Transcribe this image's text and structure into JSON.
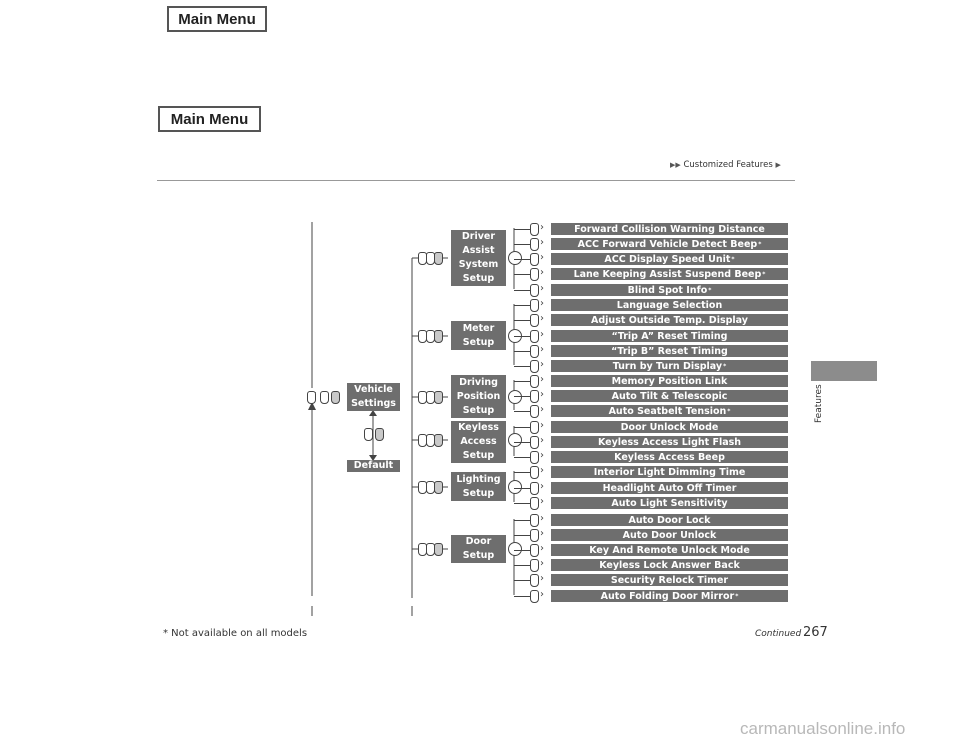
{
  "nav": {
    "main_menu_top": "Main Menu",
    "main_menu_bottom": "Main Menu"
  },
  "header": {
    "breadcrumb": "Customized Features"
  },
  "side_tab": {
    "label": "Features"
  },
  "root": {
    "vehicle_settings": "Vehicle\nSettings",
    "default": "Default"
  },
  "groups": [
    {
      "label": "Driver\nAssist\nSystem\nSetup"
    },
    {
      "label": "Meter\nSetup"
    },
    {
      "label": "Driving\nPosition\nSetup"
    },
    {
      "label": "Keyless\nAccess\nSetup"
    },
    {
      "label": "Lighting\nSetup"
    },
    {
      "label": "Door\nSetup"
    }
  ],
  "items": [
    {
      "label": "Forward Collision Warning Distance",
      "mark": ""
    },
    {
      "label": "ACC Forward Vehicle Detect Beep",
      "mark": "*"
    },
    {
      "label": "ACC Display Speed Unit",
      "mark": "*"
    },
    {
      "label": "Lane Keeping Assist Suspend Beep",
      "mark": "*"
    },
    {
      "label": "Blind Spot Info",
      "mark": "*"
    },
    {
      "label": "Language Selection",
      "mark": ""
    },
    {
      "label": "Adjust Outside Temp. Display",
      "mark": ""
    },
    {
      "label": "“Trip A” Reset Timing",
      "mark": ""
    },
    {
      "label": "“Trip B” Reset Timing",
      "mark": ""
    },
    {
      "label": "Turn by Turn Display",
      "mark": "*"
    },
    {
      "label": "Memory Position Link",
      "mark": ""
    },
    {
      "label": "Auto Tilt & Telescopic",
      "mark": ""
    },
    {
      "label": "Auto Seatbelt Tension",
      "mark": "*"
    },
    {
      "label": "Door Unlock Mode",
      "mark": ""
    },
    {
      "label": "Keyless Access Light Flash",
      "mark": ""
    },
    {
      "label": "Keyless Access Beep",
      "mark": ""
    },
    {
      "label": "Interior Light Dimming Time",
      "mark": ""
    },
    {
      "label": "Headlight Auto Off Timer",
      "mark": ""
    },
    {
      "label": "Auto Light Sensitivity",
      "mark": ""
    },
    {
      "label": "Auto Door Lock",
      "mark": ""
    },
    {
      "label": "Auto Door Unlock",
      "mark": ""
    },
    {
      "label": "Key And Remote Unlock Mode",
      "mark": ""
    },
    {
      "label": "Keyless Lock Answer Back",
      "mark": ""
    },
    {
      "label": "Security Relock Timer",
      "mark": ""
    },
    {
      "label": "Auto Folding Door Mirror",
      "mark": "*"
    }
  ],
  "footer": {
    "note": "* Not available on all models",
    "continued": "Continued",
    "page_number": "267"
  },
  "watermark": "carmanualsonline.info"
}
